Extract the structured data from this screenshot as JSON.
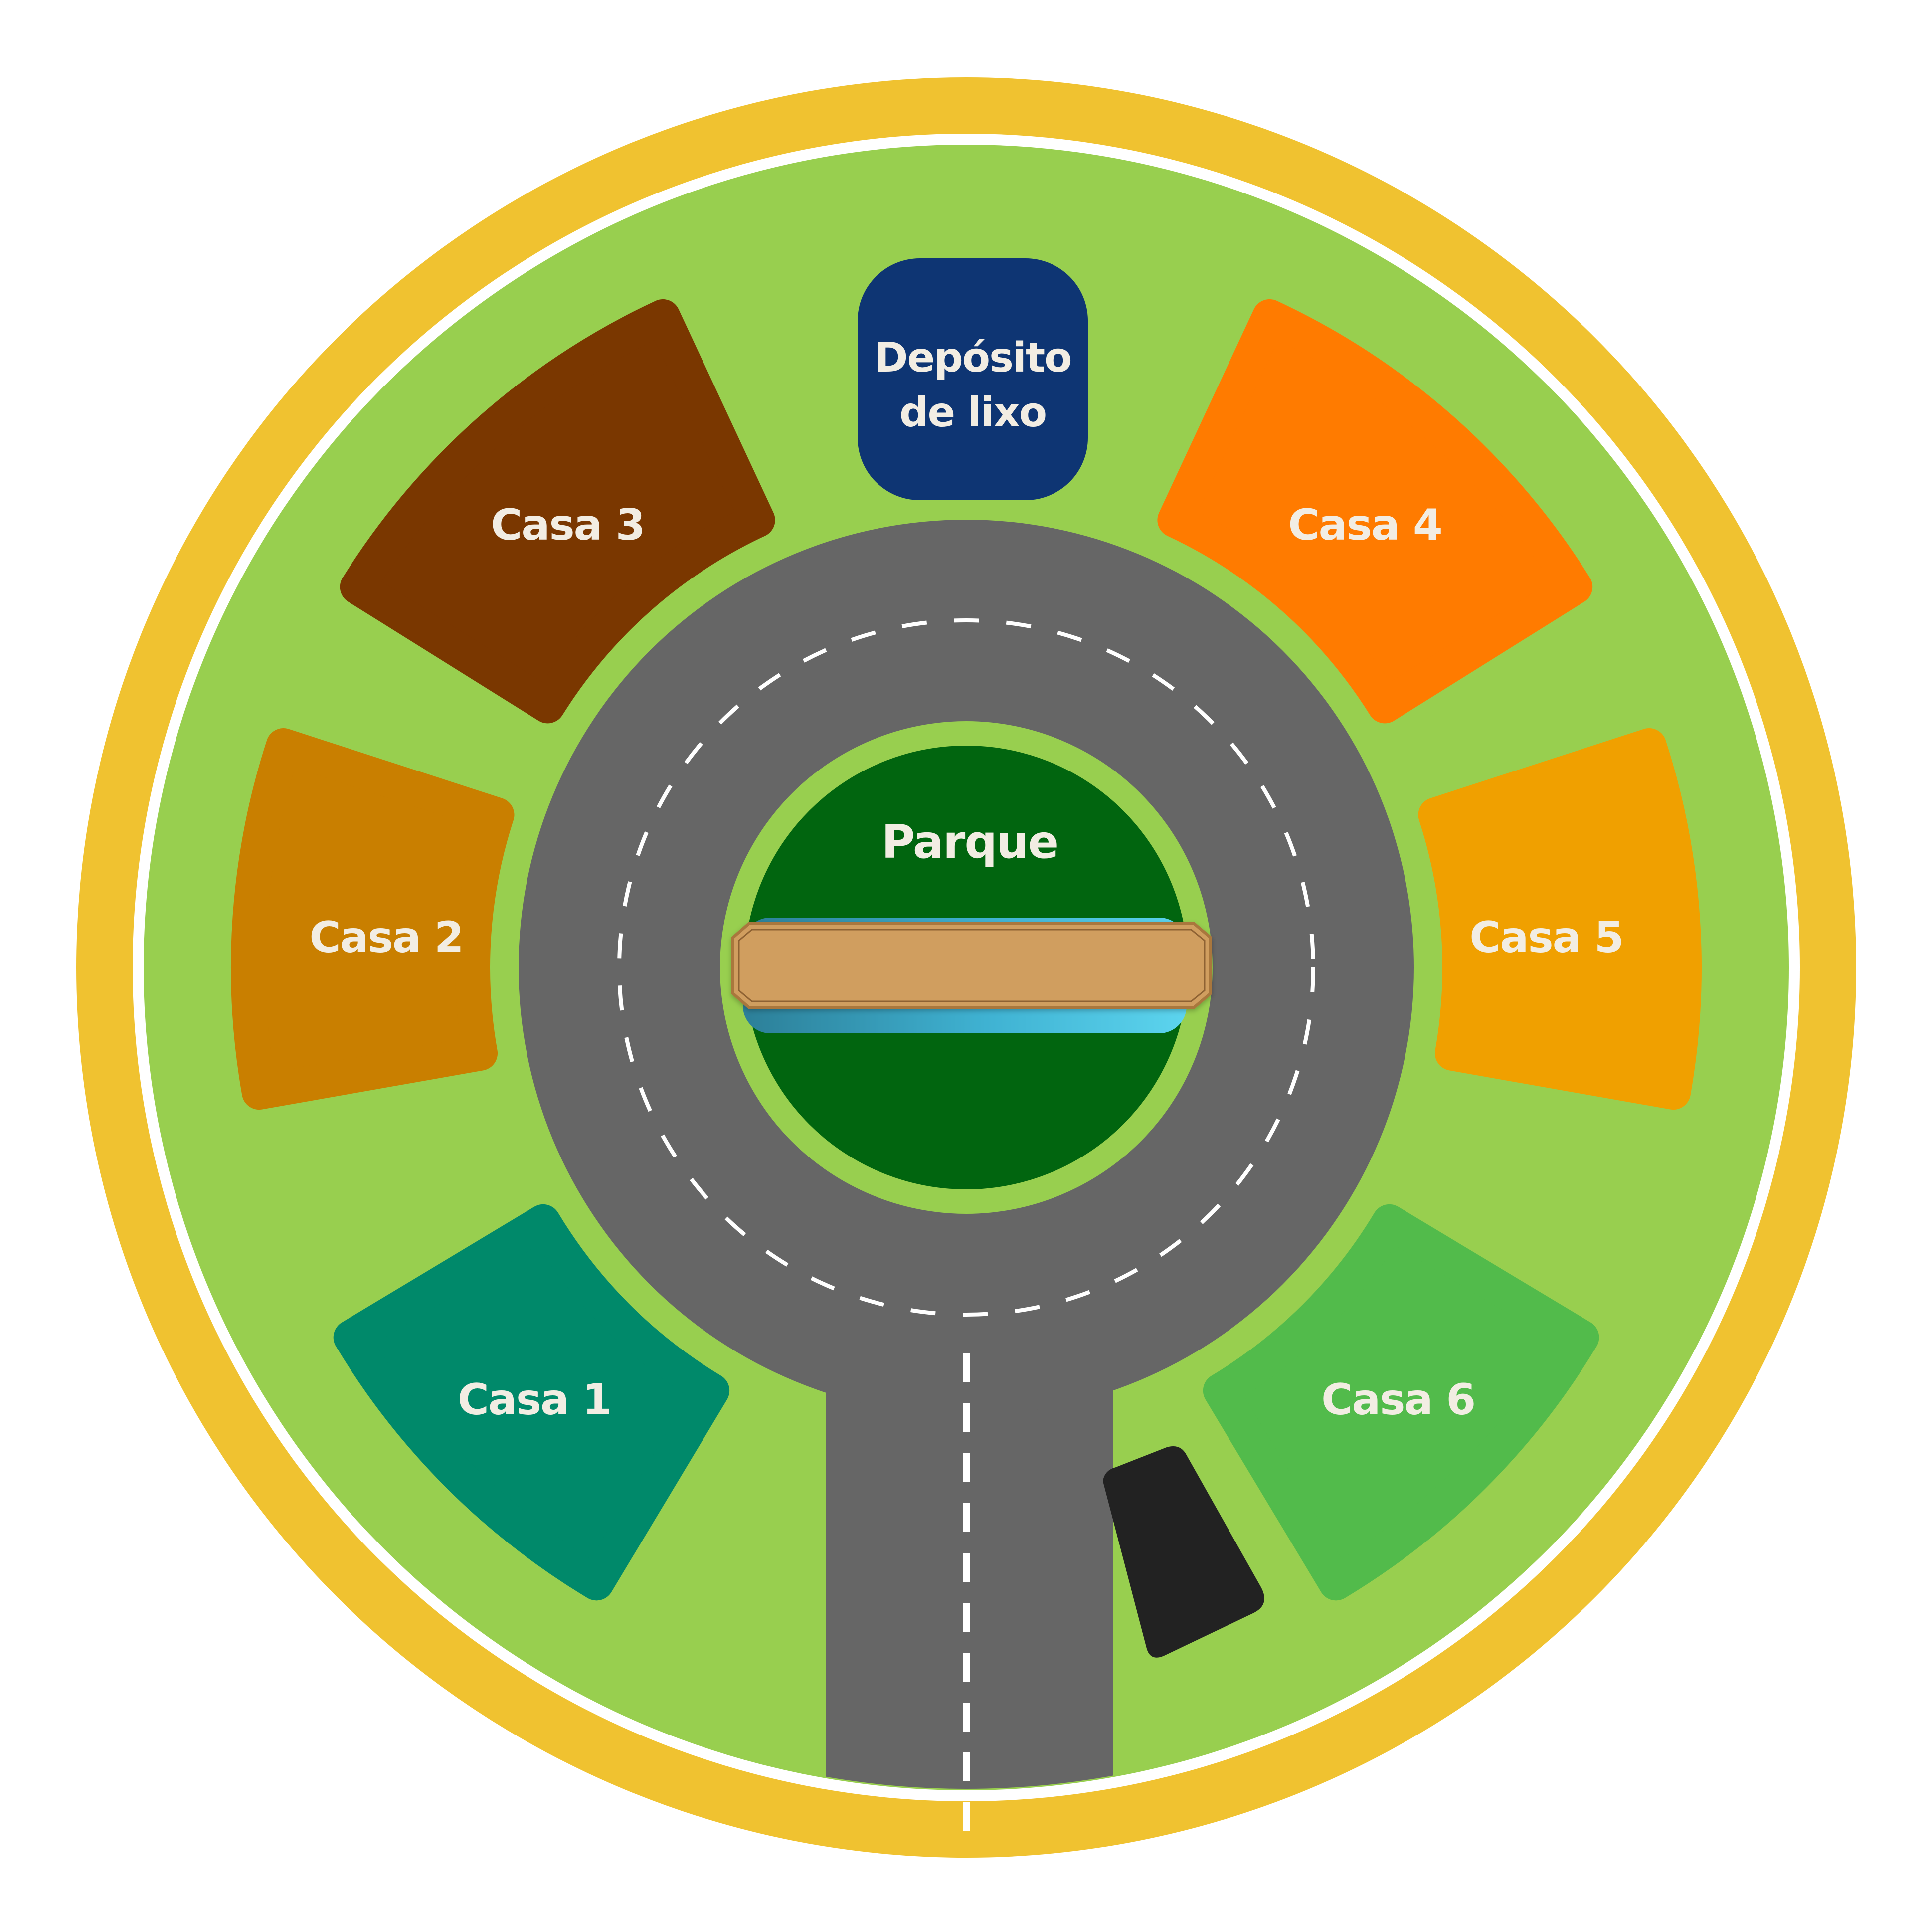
{
  "board": {
    "houses": [
      {
        "id": "casa-1",
        "label": "Casa 1",
        "color": "#00896A"
      },
      {
        "id": "casa-2",
        "label": "Casa 2",
        "color": "#C97F00"
      },
      {
        "id": "casa-3",
        "label": "Casa 3",
        "color": "#7A3700"
      },
      {
        "id": "casa-4",
        "label": "Casa 4",
        "color": "#FF7B00"
      },
      {
        "id": "casa-5",
        "label": "Casa 5",
        "color": "#F0A000"
      },
      {
        "id": "casa-6",
        "label": "Casa 6",
        "color": "#52BB4B"
      }
    ],
    "depot": {
      "line1": "Depósito",
      "line2": "de lixo",
      "color": "#0E3573"
    },
    "park": {
      "label": "Parque",
      "color": "#01650F"
    },
    "colors": {
      "outer_ring": "#F0C230",
      "grass": "#98CF4F",
      "road": "#666666",
      "lane_marking": "#FFFFFF",
      "bridge_wood": "#D09E5F",
      "water": "#3FB7D6",
      "bin": "#222222",
      "house_text": "#F2EDE3"
    }
  }
}
